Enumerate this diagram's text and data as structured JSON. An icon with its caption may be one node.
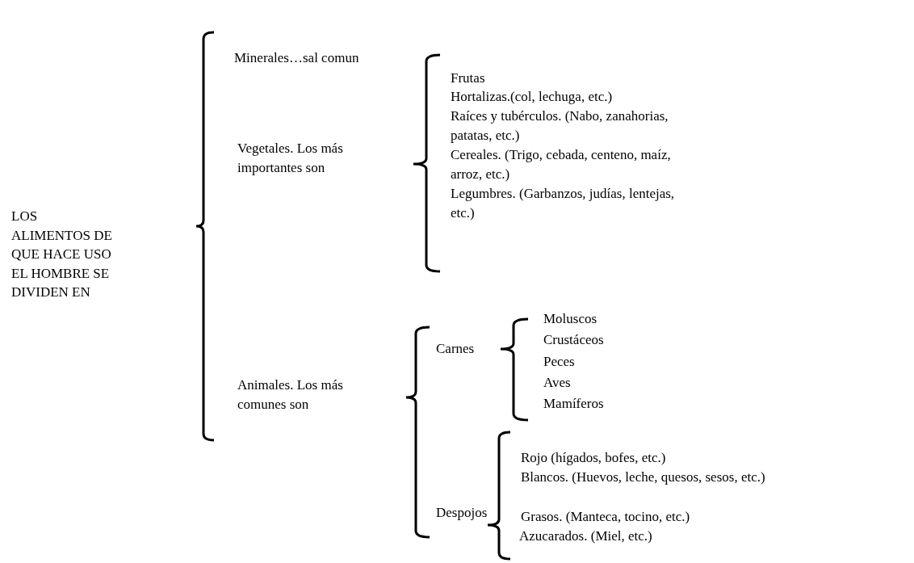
{
  "diagram": {
    "labels": [
      "LOS ALIMENTOS DE QUE HACE USO EL HOMBRE SE DIVIDEN EN",
      "Minerales…sal comun",
      "Vegetales. Los más importantes son",
      "Frutas",
      "Hortalizas.(col, lechuga, etc.)",
      "Raíces y tubérculos. (Nabo, zanahorias, patatas, etc.)",
      "Cereales. (Trigo, cebada, centeno, maíz, arroz, etc.)",
      "Legumbres. (Garbanzos, judías, lentejas, etc.)",
      "Animales. Los más comunes son",
      "Carnes",
      "Moluscos",
      "Crustáceos",
      "Peces",
      "Aves",
      "Mamíferos",
      "Despojos",
      "Rojo (hígados, bofes, etc.)",
      "Blancos. (Huevos, leche, quesos, sesos, etc.)",
      "Grasos. (Manteca, tocino, etc.)",
      "Azucarados. (Miel, etc.)"
    ]
  }
}
